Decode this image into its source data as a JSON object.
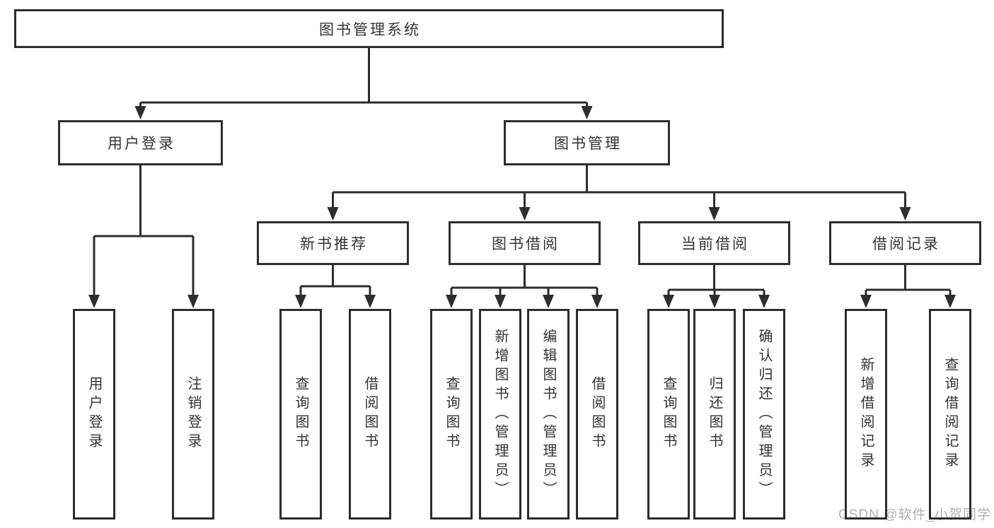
{
  "diagram": {
    "root": {
      "label": "图书管理系统"
    },
    "level1": {
      "user_login": {
        "label": "用户登录"
      },
      "book_mgmt": {
        "label": "图书管理"
      }
    },
    "level2": {
      "new_books": {
        "label": "新书推荐"
      },
      "book_borrow": {
        "label": "图书借阅"
      },
      "current_borrow": {
        "label": "当前借阅"
      },
      "borrow_records": {
        "label": "借阅记录"
      }
    },
    "leaves": {
      "user_login_leaf": {
        "label": "用户登录"
      },
      "logout": {
        "label": "注销登录"
      },
      "nb_query_books": {
        "label": "查询图书"
      },
      "nb_borrow_books": {
        "label": "借阅图书"
      },
      "bb_query_books": {
        "label": "查询图书"
      },
      "bb_add_books": {
        "label": "新增图书（管理员）"
      },
      "bb_edit_books": {
        "label": "编辑图书（管理员）"
      },
      "bb_borrow_books": {
        "label": "借阅图书"
      },
      "cb_query_books": {
        "label": "查询图书"
      },
      "cb_return_books": {
        "label": "归还图书"
      },
      "cb_confirm_return": {
        "label": "确认归还（管理员）"
      },
      "br_add_record": {
        "label": "新增借阅记录"
      },
      "br_query_record": {
        "label": "查询借阅记录"
      }
    }
  },
  "watermark": {
    "text": "CSDN @软件_小贺同学"
  },
  "colors": {
    "line": "#2d2d2d",
    "text": "#333333",
    "watermark": "#b3afaf",
    "background": "#ffffff"
  }
}
